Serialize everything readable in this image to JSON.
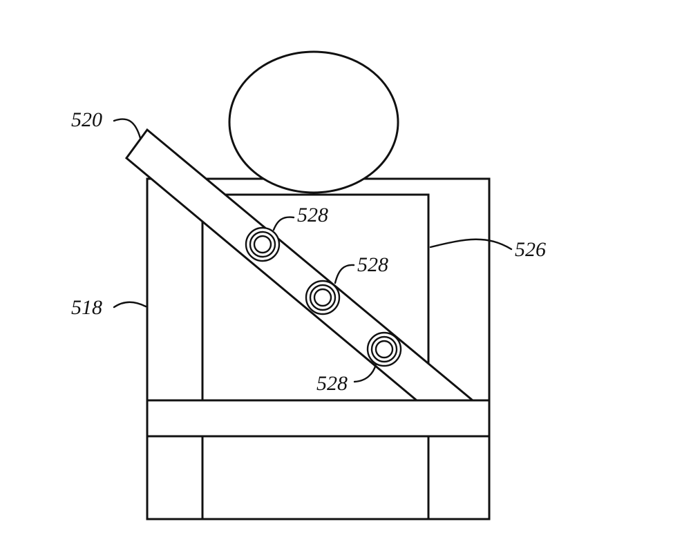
{
  "labels": {
    "belt": "520",
    "seat": "518",
    "backrest": "526",
    "sensor_a": "528",
    "sensor_b": "528",
    "sensor_c": "528"
  },
  "colors": {
    "line": "#111111",
    "background": "#ffffff"
  }
}
